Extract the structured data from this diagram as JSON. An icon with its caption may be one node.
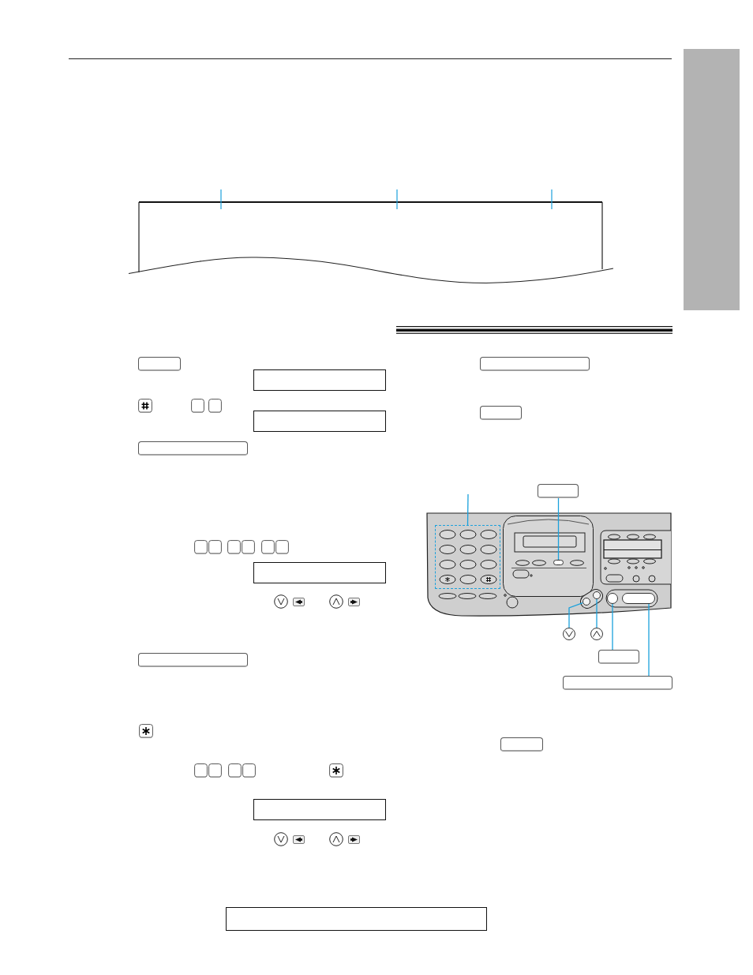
{
  "diagram": {
    "nodes": [
      {
        "text": [],
        "shape": "bar"
      },
      {
        "text": [],
        "shape": "box"
      },
      {
        "text": [],
        "shape": "box"
      },
      {
        "text": [],
        "shape": "box"
      },
      {
        "text": [],
        "shape": "box"
      },
      {
        "text": [],
        "shape": "box"
      },
      {
        "text": [],
        "shape": "box"
      },
      {
        "text": [],
        "shape": "box"
      },
      {
        "text": [],
        "shape": "box"
      },
      {
        "text": [],
        "shape": "box"
      },
      {
        "text": [],
        "shape": "box"
      },
      {
        "text": [],
        "shape": "picture"
      },
      {
        "text": [],
        "shape": "box",
        "in": 11
      },
      {
        "text": [],
        "shape": "oval",
        "in": 11
      },
      {
        "text": [],
        "shape": "circle",
        "in": 11
      },
      {
        "text": [],
        "shape": "circle",
        "in": 11
      },
      {
        "text": [],
        "shape": "circle",
        "in": 11
      },
      {
        "text": [],
        "shape": "oval",
        "in": 11
      },
      {
        "text": [],
        "shape": "circle"
      },
      {
        "text": [],
        "shape": "circle"
      },
      {
        "text": [],
        "shape": "box"
      },
      {
        "text": [],
        "shape": "box"
      },
      {
        "text": [],
        "shape": "box"
      },
      {
        "text": [],
        "shape": "box"
      }
    ],
    "edges": [
      {
        "from": null,
        "to": 12,
        "arrow": "none"
      },
      {
        "from": 10,
        "to": 13,
        "arrow": "none"
      },
      {
        "from": 18,
        "to": 14,
        "arrow": "none"
      },
      {
        "from": 19,
        "to": 15,
        "arrow": "none"
      },
      {
        "from": 20,
        "to": 16,
        "arrow": "none"
      },
      {
        "from": 21,
        "to": 17,
        "arrow": "none"
      }
    ]
  }
}
